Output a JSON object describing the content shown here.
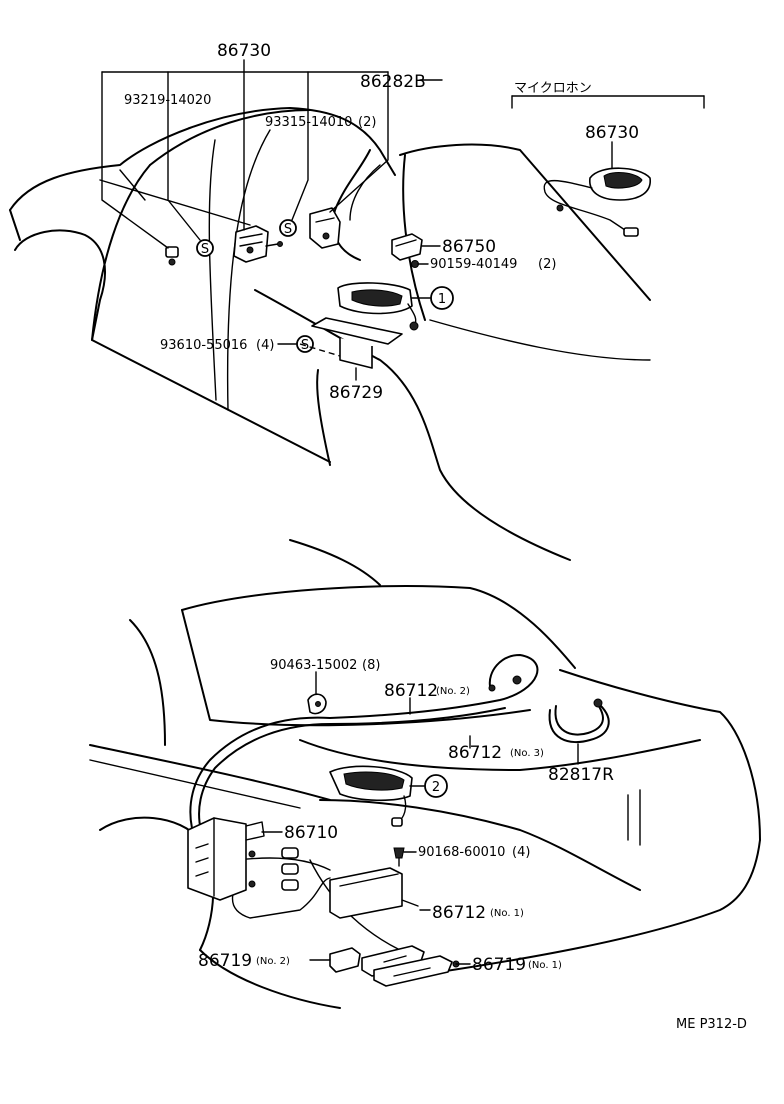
{
  "title_jp": "マイクロホン",
  "diagram_code": "ME P312-D",
  "top": {
    "p86730": "86730",
    "p86282B": "86282B",
    "p93219": "93219-14020",
    "p93315": "93315-14010",
    "p93315_qty": "(2)",
    "p86730_mic": "86730",
    "p86750": "86750",
    "p90159": "90159-40149",
    "p90159_qty": "(2)",
    "callout1": "1",
    "p93610": "93610-55016",
    "p93610_qty": "(4)",
    "p86729": "86729",
    "s_mark": "S"
  },
  "bottom": {
    "p90463": "90463-15002",
    "p90463_qty": "(8)",
    "p86712_no2": "86712",
    "p86712_no2_tag": "(No. 2)",
    "p86712_no3": "86712",
    "p86712_no3_tag": "(No. 3)",
    "p82817R": "82817R",
    "callout2": "2",
    "p86710": "86710",
    "p90168": "90168-60010",
    "p90168_qty": "(4)",
    "p86712_no1": "86712",
    "p86712_no1_tag": "(No. 1)",
    "p86719_no2": "86719",
    "p86719_no2_tag": "(No. 2)",
    "p86719_no1": "86719",
    "p86719_no1_tag": "(No. 1)"
  }
}
